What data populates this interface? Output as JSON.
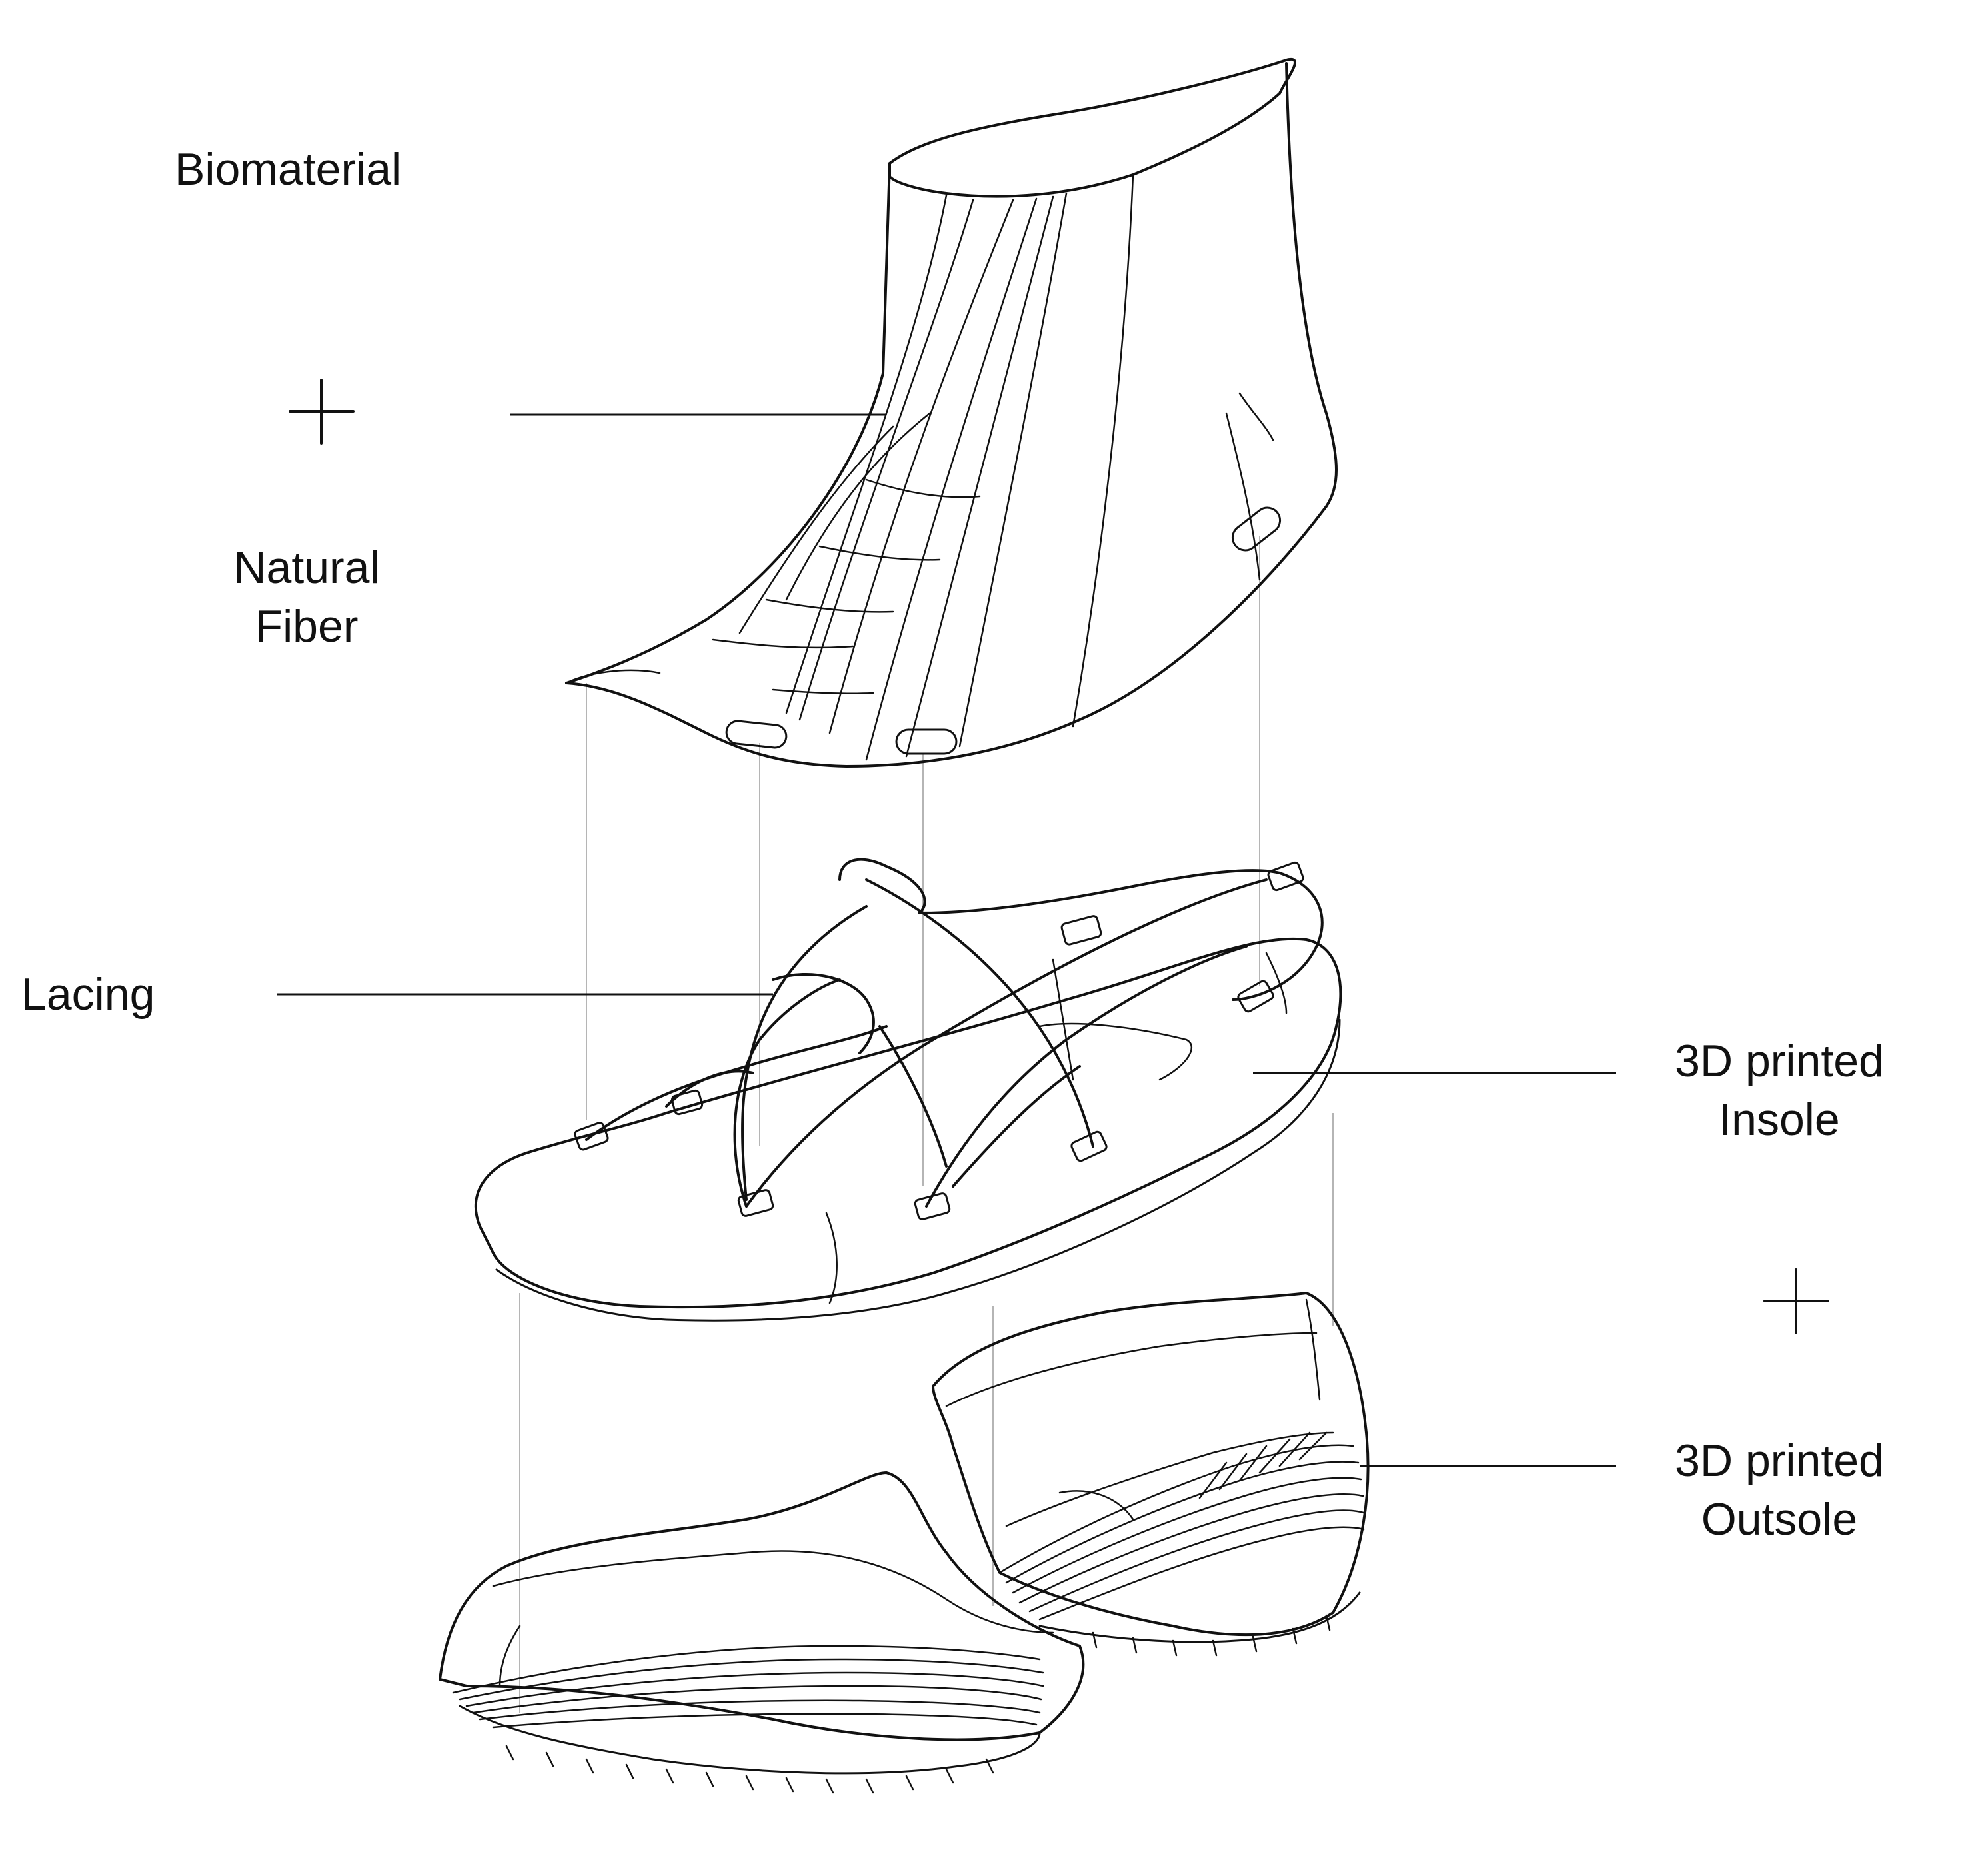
{
  "labels": {
    "biomaterial": "Biomaterial",
    "natural_fiber_line1": "Natural",
    "natural_fiber_line2": "Fiber",
    "lacing": "Lacing",
    "insole_line1": "3D printed",
    "insole_line2": "Insole",
    "outsole_line1": "3D printed",
    "outsole_line2": "Outsole"
  },
  "colors": {
    "ink": "#111111",
    "guide": "#b5b5b5",
    "background": "#ffffff"
  },
  "icons": {
    "plus_upper": "plus-icon",
    "plus_lower": "plus-icon"
  }
}
